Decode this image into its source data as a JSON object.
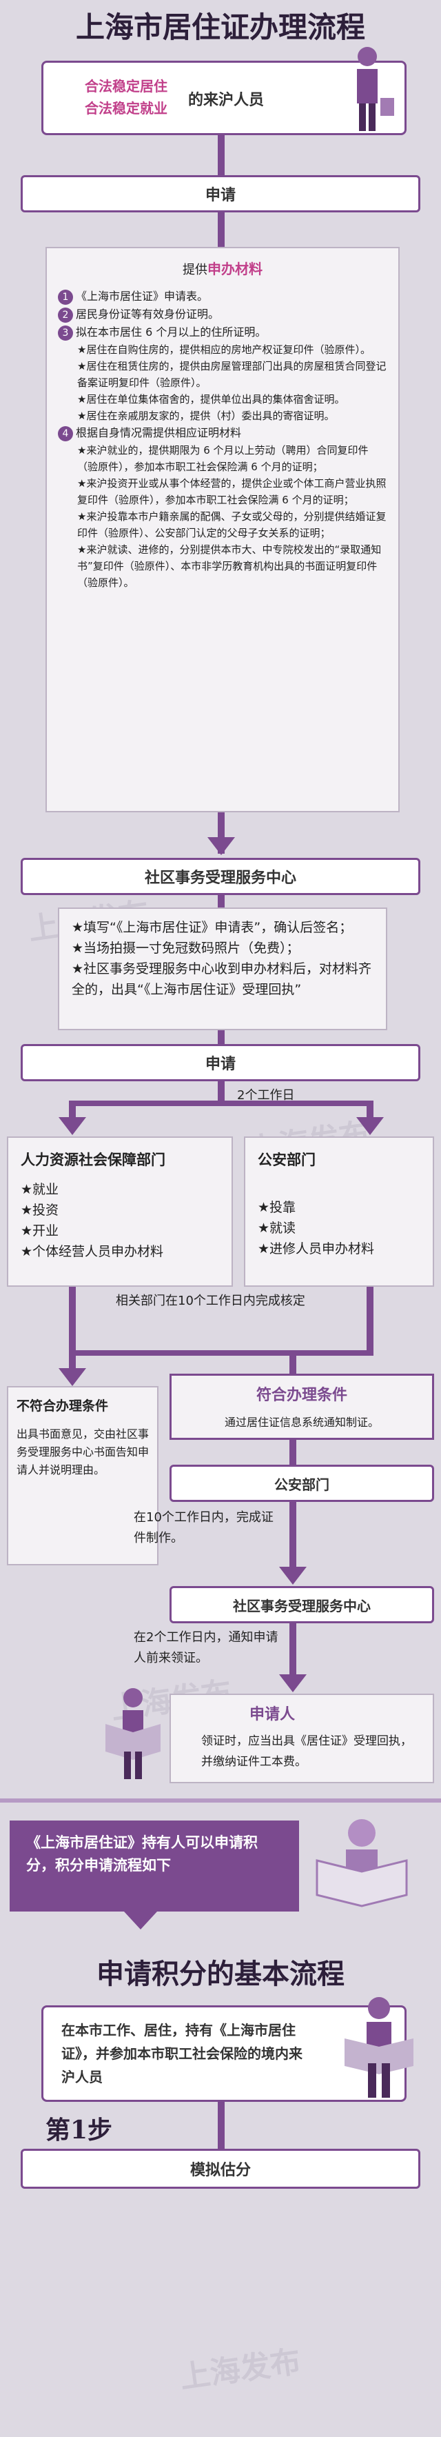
{
  "title": "上海市居住证办理流程",
  "top_box": {
    "line1": "合法稳定居住",
    "line2": "合法稳定就业",
    "suffix": "的来沪人员"
  },
  "apply1": "申请",
  "materials": {
    "heading_prefix": "提供",
    "heading_emph": "申办材料",
    "items": [
      {
        "n": "1",
        "text": "《上海市居住证》申请表。"
      },
      {
        "n": "2",
        "text": "居民身份证等有效身份证明。"
      },
      {
        "n": "3",
        "text": "拟在本市居住 6 个月以上的住所证明。"
      }
    ],
    "sub3": [
      "★居住在自购住房的，提供相应的房地产权证复印件（验原件）。",
      "★居住在租赁住房的，提供由房屋管理部门出具的房屋租赁合同登记备案证明复印件（验原件）。",
      "★居住在单位集体宿舍的，提供单位出具的集体宿舍证明。",
      "★居住在亲戚朋友家的，提供（村）委出具的寄宿证明。"
    ],
    "item4": {
      "n": "4",
      "text": "根据自身情况需提供相应证明材料"
    },
    "sub4": [
      "★来沪就业的，提供期限为 6 个月以上劳动（聘用）合同复印件（验原件），参加本市职工社会保险满 6 个月的证明；",
      "★来沪投资开业或从事个体经营的，提供企业或个体工商户营业执照复印件（验原件），参加本市职工社会保险满 6 个月的证明；",
      "★来沪投靠本市户籍亲属的配偶、子女或父母的，分别提供结婚证复印件（验原件）、公安部门认定的父母子女关系的证明；",
      "★来沪就读、进修的，分别提供本市大、中专院校发出的“录取通知书”复印件（验原件）、本市非学历教育机构出具的书面证明复印件（验原件）。"
    ]
  },
  "community1": "社区事务受理服务中心",
  "community_box": [
    "★填写“《上海市居住证》申请表”，确认后签名；",
    "★当场拍摄一寸免冠数码照片（免费）；",
    "★社区事务受理服务中心收到申办材料后，对材料齐全的，出具“《上海市居住证》受理回执”"
  ],
  "apply2": "申请",
  "days2": "2个工作日",
  "hr_dept": {
    "title": "人力资源社会保障部门",
    "items": [
      "★就业",
      "★投资",
      "★开业",
      "★个体经营人员申办材料"
    ]
  },
  "police_dept": {
    "title": "公安部门",
    "items": [
      "★投靠",
      "★就读",
      "★进修人员申办材料"
    ]
  },
  "review": "相关部门在10个工作日内完成核定",
  "not_meet": {
    "title": "不符合办理条件",
    "text": "出具书面意见，交由社区事务受理服务中心书面告知申请人并说明理由。"
  },
  "meet": {
    "title": "符合办理条件",
    "text": "通过居住证信息系统通知制证。"
  },
  "police2": "公安部门",
  "make_days": "在10个工作日内，完成证件制作。",
  "community2": "社区事务受理服务中心",
  "notify": "在2个工作日内，通知申请人前来领证。",
  "applicant": {
    "title": "申请人",
    "text": "领证时，应当出具《居住证》受理回执，并缴纳证件工本费。"
  },
  "banner": "《上海市居住证》持有人可以申请积分，积分申请流程如下",
  "title2": "申请积分的基本流程",
  "score_box": "在本市工作、居住，持有《上海市居住证》，并参加本市职工社会保险的境内来沪人员",
  "step1": "第1步",
  "estimate": "模拟估分",
  "watermark": "上海发布",
  "colors": {
    "purple": "#7b4a8f",
    "accent": "#c13f8a",
    "bg": "#ddd9e2"
  }
}
